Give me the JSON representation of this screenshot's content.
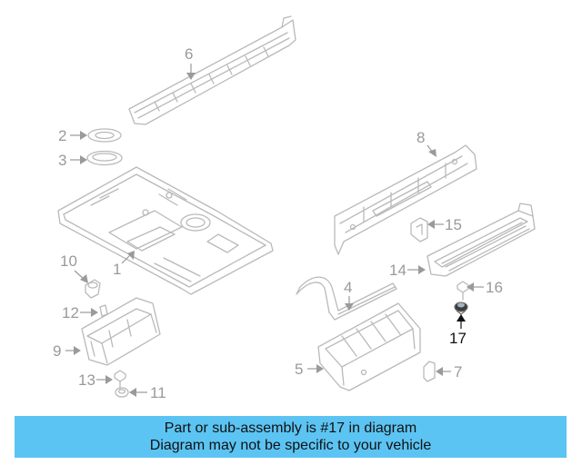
{
  "callouts": {
    "c1": "1",
    "c2": "2",
    "c3": "3",
    "c4": "4",
    "c5": "5",
    "c6": "6",
    "c7": "7",
    "c8": "8",
    "c9": "9",
    "c10": "10",
    "c11": "11",
    "c12": "12",
    "c13": "13",
    "c14": "14",
    "c15": "15",
    "c16": "16",
    "c17": "17"
  },
  "highlighted_part": "17",
  "banner": {
    "line1": "Part or sub-assembly is #17 in diagram",
    "line2": "Diagram may not be specific to your vehicle",
    "color": "#5cc4f3"
  },
  "colors": {
    "part_lines": "#b9b9b9",
    "callout_gray": "#9a9a9a",
    "highlight": "#111111"
  }
}
